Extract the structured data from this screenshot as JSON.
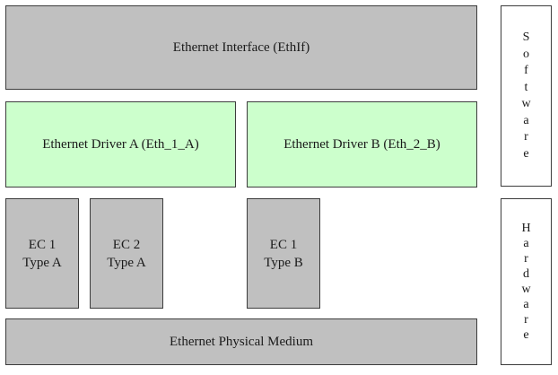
{
  "layers": {
    "ethif": {
      "label": "Ethernet Interface (EthIf)"
    },
    "driver_a": {
      "label": "Ethernet Driver A (Eth_1_A)"
    },
    "driver_b": {
      "label": "Ethernet Driver B (Eth_2_B)"
    },
    "ec1_a": {
      "line1": "EC 1",
      "line2": "Type A"
    },
    "ec2_a": {
      "line1": "EC 2",
      "line2": "Type A"
    },
    "ec1_b": {
      "line1": "EC 1",
      "line2": "Type B"
    },
    "medium": {
      "label": "Ethernet Physical Medium"
    }
  },
  "sidebar": {
    "software": [
      "S",
      "o",
      "f",
      "t",
      "w",
      "a",
      "r",
      "e"
    ],
    "hardware": [
      "H",
      "a",
      "r",
      "d",
      "w",
      "a",
      "r",
      "e"
    ]
  },
  "colors": {
    "gray_box": "#c0c0c0",
    "green_box": "#ccffcc",
    "border": "#3c3c3c"
  }
}
